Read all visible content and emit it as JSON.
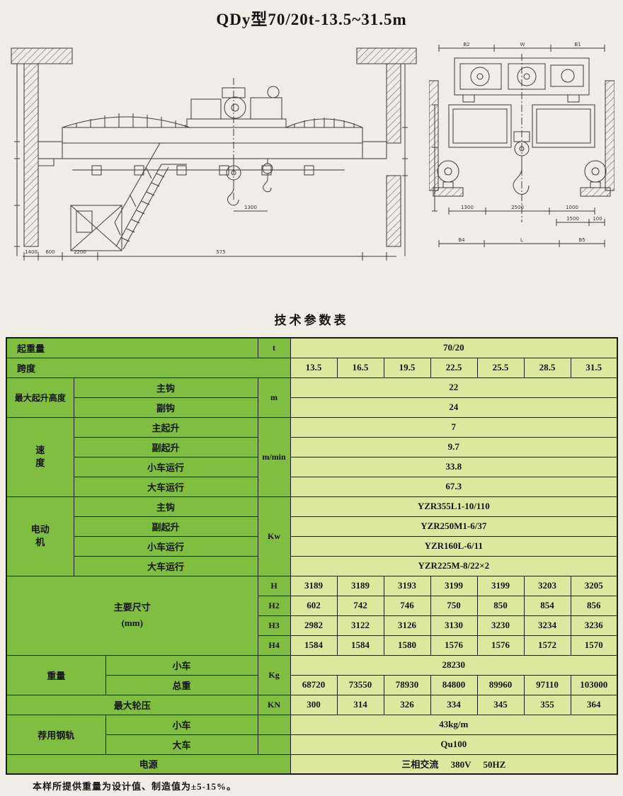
{
  "page": {
    "title": "QDy型70/20t-13.5~31.5m",
    "table_heading": "技术参数表",
    "footnote": "本样所提供重量为设计值、制造值为±5-15%。"
  },
  "colors": {
    "label_bg": "#7fbe40",
    "value_bg": "#dce89e",
    "table_border": "#1c1c1c",
    "paper": "#efede6"
  },
  "drawings": {
    "left": {
      "dim_1400": "1400",
      "dim_600": "600",
      "dim_2200": "2200",
      "dim_575": "575",
      "dim_1300": "1300"
    },
    "right": {
      "dim_b2": "B2",
      "dim_w": "W",
      "dim_b1": "B1",
      "dim_1300": "1300",
      "dim_2500": "2500",
      "dim_1000": "1000",
      "dim_1500": "1500",
      "dim_100": "100",
      "dim_b4": "B4",
      "dim_l": "L",
      "dim_b5": "B5"
    }
  },
  "table": {
    "capacity": {
      "label": "起重量",
      "unit": "t",
      "value": "70/20"
    },
    "span": {
      "label": "跨度",
      "values": [
        "13.5",
        "16.5",
        "19.5",
        "22.5",
        "25.5",
        "28.5",
        "31.5"
      ]
    },
    "lift_height": {
      "label": "最大起升高度",
      "unit": "m",
      "rows": [
        {
          "name": "主钩",
          "value": "22"
        },
        {
          "name": "副钩",
          "value": "24"
        }
      ]
    },
    "speed": {
      "label": "速度",
      "unit": "m/min",
      "rows": [
        {
          "name": "主起升",
          "value": "7"
        },
        {
          "name": "副起升",
          "value": "9.7"
        },
        {
          "name": "小车运行",
          "value": "33.8"
        },
        {
          "name": "大车运行",
          "value": "67.3"
        }
      ]
    },
    "motor": {
      "label": "电动机",
      "unit": "Kw",
      "rows": [
        {
          "name": "主钩",
          "value": "YZR355L1-10/110"
        },
        {
          "name": "副起升",
          "value": "YZR250M1-6/37"
        },
        {
          "name": "小车运行",
          "value": "YZR160L-6/11"
        },
        {
          "name": "大车运行",
          "value": "YZR225M-8/22×2"
        }
      ]
    },
    "dimensions": {
      "label": "主要尺寸",
      "label2": "(mm)",
      "rows": [
        {
          "name": "H",
          "values": [
            "3189",
            "3189",
            "3193",
            "3199",
            "3199",
            "3203",
            "3205"
          ]
        },
        {
          "name": "H2",
          "values": [
            "602",
            "742",
            "746",
            "750",
            "850",
            "854",
            "856"
          ]
        },
        {
          "name": "H3",
          "values": [
            "2982",
            "3122",
            "3126",
            "3130",
            "3230",
            "3234",
            "3236"
          ]
        },
        {
          "name": "H4",
          "values": [
            "1584",
            "1584",
            "1580",
            "1576",
            "1576",
            "1572",
            "1570"
          ]
        }
      ]
    },
    "weight": {
      "label": "重量",
      "unit": "Kg",
      "rows": [
        {
          "name": "小车",
          "value": "28230"
        },
        {
          "name": "总重",
          "values": [
            "68720",
            "73550",
            "78930",
            "84800",
            "89960",
            "97110",
            "103000"
          ]
        }
      ]
    },
    "wheel_load": {
      "label": "最大轮压",
      "unit": "KN",
      "values": [
        "300",
        "314",
        "326",
        "334",
        "345",
        "355",
        "364"
      ]
    },
    "rail": {
      "label": "荐用钢轨",
      "rows": [
        {
          "name": "小车",
          "value": "43kg/m"
        },
        {
          "name": "大车",
          "value": "Qu100"
        }
      ]
    },
    "power": {
      "label": "电源",
      "value": "三相交流 380V 50HZ"
    }
  }
}
